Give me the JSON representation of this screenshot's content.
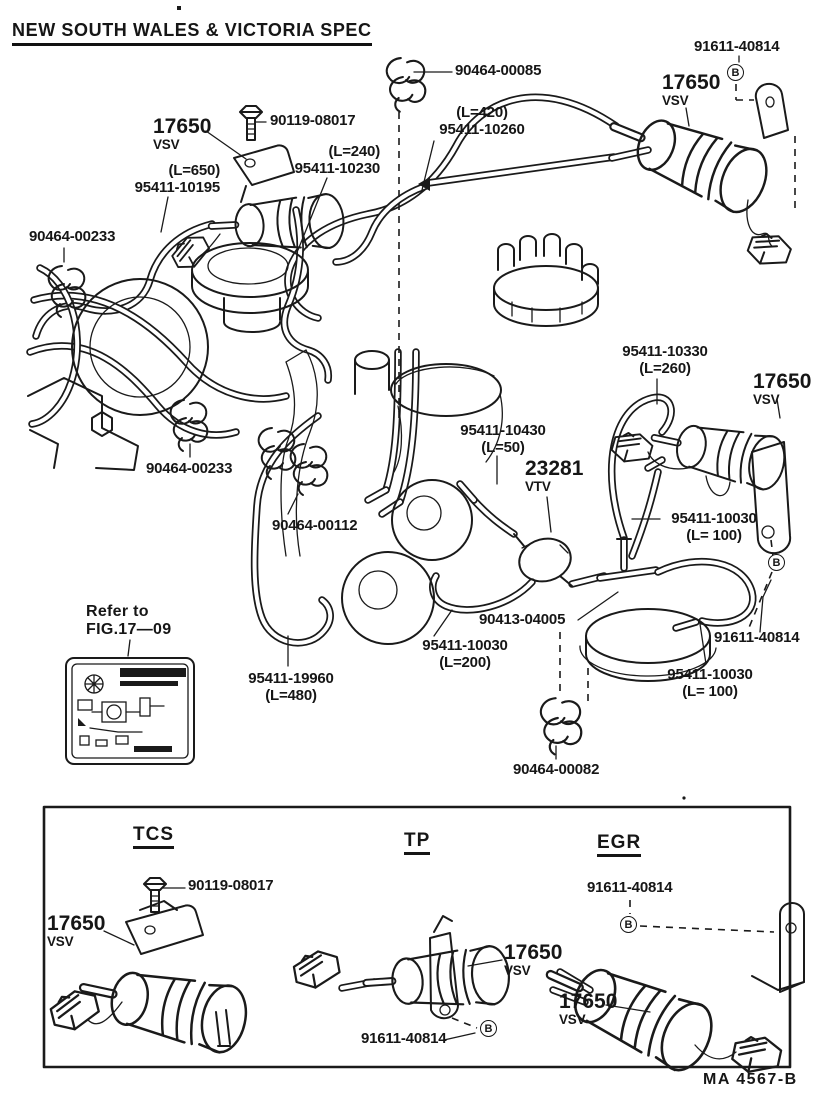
{
  "title": "NEW SOUTH WALES & VICTORIA SPEC",
  "footer_code": "MA 4567-B",
  "marker_b": "B",
  "labels": {
    "clamp_top": "90464-00085",
    "grommet_tr": "91611-40814",
    "bolt_top": "90119-08017",
    "vsv_tl": {
      "code": "17650",
      "type": "VSV"
    },
    "vsv_tr": {
      "code": "17650",
      "type": "VSV"
    },
    "hose_10260": {
      "len": "(L=420)",
      "part": "95411-10260"
    },
    "hose_10230": {
      "len": "(L=240)",
      "part": "95411-10230"
    },
    "hose_10195": {
      "len": "(L=650)",
      "part": "95411-10195"
    },
    "clamp_left": "90464-00233",
    "hose_10330": {
      "part": "95411-10330",
      "len": "(L=260)"
    },
    "vsv_mid": {
      "code": "17650",
      "type": "VSV"
    },
    "hose_10430": {
      "part": "95411-10430",
      "len": "(L=50)"
    },
    "vtv": {
      "code": "23281",
      "type": "VTV"
    },
    "clamp_mid": "90464-00233",
    "hose_10030_right": {
      "part": "95411-10030",
      "len": "(L= 100)"
    },
    "clamp_00112": "90464-00112",
    "tee": "90413-04005",
    "hose_10030_left": {
      "part": "95411-10030",
      "len": "(L=200)"
    },
    "grommet_mid": "91611-40814",
    "hose_10030_bottom": {
      "part": "95411-10030",
      "len": "(L= 100)"
    },
    "refer_line1": "Refer to",
    "refer_line2": "FIG.17—09",
    "hose_19960": {
      "part": "95411-19960",
      "len": "(L=480)"
    },
    "clamp_00082": "90464-00082"
  },
  "panel": {
    "sections": [
      {
        "label": "TCS"
      },
      {
        "label": "TP"
      },
      {
        "label": "EGR"
      }
    ],
    "bolt": "90119-08017",
    "vsv_tcs": {
      "code": "17650",
      "type": "VSV"
    },
    "grommet_egr": "91611-40814",
    "vsv_tp": {
      "code": "17650",
      "type": "VSV"
    },
    "vsv_egr": {
      "code": "17650",
      "type": "VSV"
    },
    "grommet_tp": "91611-40814"
  }
}
